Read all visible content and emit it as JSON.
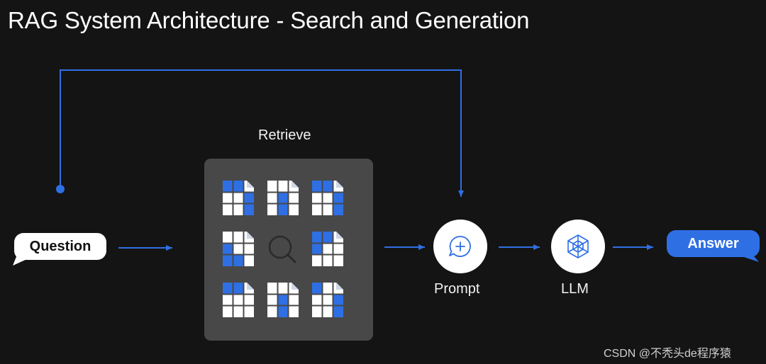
{
  "title": "RAG System Architecture - Search and Generation",
  "labels": {
    "retrieve": "Retrieve",
    "question": "Question",
    "prompt": "Prompt",
    "llm": "LLM",
    "answer": "Answer"
  },
  "watermark": "CSDN @不秃头de程序猿",
  "icons": {
    "prompt": "chat-plus-icon",
    "llm": "hexagon-cube-icon",
    "retrieve_center": "search-icon",
    "retrieve_docs": "document-grid-icon"
  },
  "colors": {
    "background": "#141414",
    "accent": "#2f6fe4",
    "panel": "#484848",
    "node": "#ffffff"
  }
}
